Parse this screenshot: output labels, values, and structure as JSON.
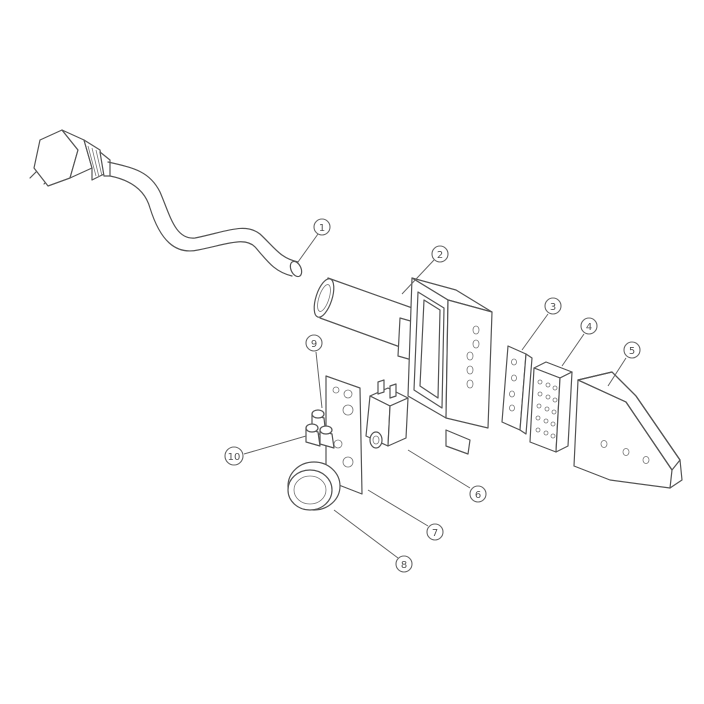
{
  "colors": {
    "line": "#555555",
    "background": "#ffffff"
  },
  "callouts": [
    {
      "id": "1",
      "label": "1"
    },
    {
      "id": "2",
      "label": "2"
    },
    {
      "id": "3",
      "label": "3"
    },
    {
      "id": "4",
      "label": "4"
    },
    {
      "id": "5",
      "label": "5"
    },
    {
      "id": "6",
      "label": "6"
    },
    {
      "id": "7",
      "label": "7"
    },
    {
      "id": "8",
      "label": "8"
    },
    {
      "id": "9",
      "label": "9"
    },
    {
      "id": "10",
      "label": "10"
    }
  ]
}
